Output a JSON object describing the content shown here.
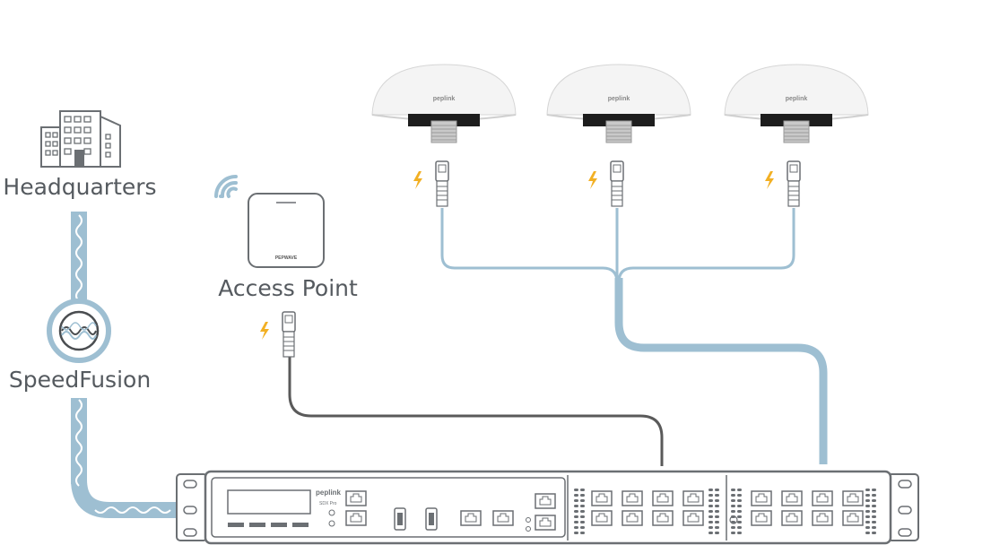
{
  "labels": {
    "headquarters": "Headquarters",
    "speedfusion": "SpeedFusion",
    "access_point": "Access Point"
  },
  "brand_text": {
    "antenna": "peplink",
    "access_point_logo": "PEPWAVE",
    "router_logo": "peplink",
    "router_model": "SDX Pro"
  },
  "colors": {
    "light_blue": "#9ebfd2",
    "dark_cable": "#5a5a5a",
    "device_gray": "#6b6f73",
    "bolt": "#f2b024",
    "label": "#555a5f"
  }
}
